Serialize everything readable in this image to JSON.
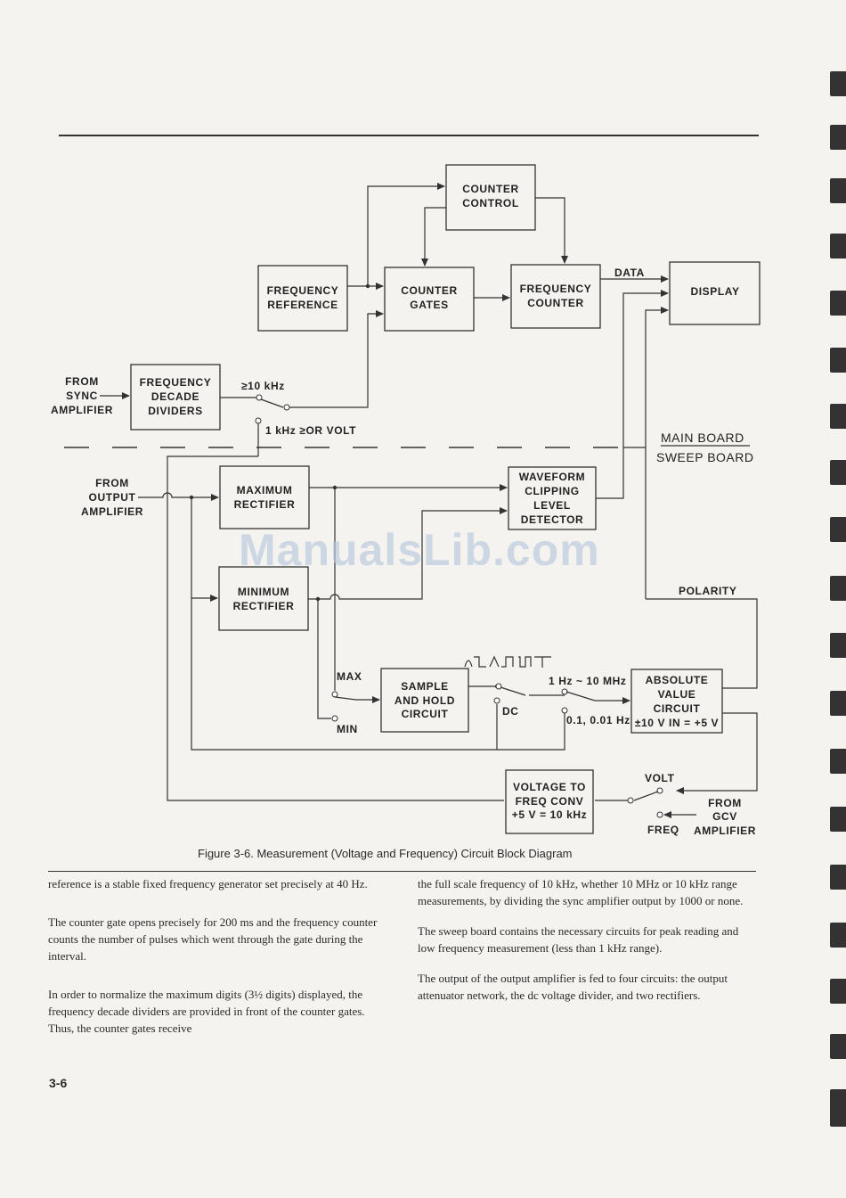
{
  "figure": {
    "caption": "Figure 3-6. Measurement (Voltage and Frequency) Circuit Block Diagram",
    "blocks": {
      "counter_control": [
        "COUNTER",
        "CONTROL"
      ],
      "frequency_reference": [
        "FREQUENCY",
        "REFERENCE"
      ],
      "counter_gates": [
        "COUNTER",
        "GATES"
      ],
      "frequency_counter": [
        "FREQUENCY",
        "COUNTER"
      ],
      "display": [
        "DISPLAY"
      ],
      "frequency_decade_dividers": [
        "FREQUENCY",
        "DECADE",
        "DIVIDERS"
      ],
      "maximum_rectifier": [
        "MAXIMUM",
        "RECTIFIER"
      ],
      "minimum_rectifier": [
        "MINIMUM",
        "RECTIFIER"
      ],
      "waveform_detector": [
        "WAVEFORM",
        "CLIPPING",
        "LEVEL",
        "DETECTOR"
      ],
      "sample_and_hold": [
        "SAMPLE",
        "AND HOLD",
        "CIRCUIT"
      ],
      "absolute_value": [
        "ABSOLUTE",
        "VALUE",
        "CIRCUIT",
        "±10 V IN = +5 V"
      ],
      "voltage_to_freq": [
        "VOLTAGE TO",
        "FREQ CONV",
        "+5 V = 10 kHz"
      ]
    },
    "labels": {
      "data": "DATA",
      "from_sync": [
        "FROM",
        "SYNC",
        "AMPLIFIER"
      ],
      "from_output": [
        "FROM",
        "OUTPUT",
        "AMPLIFIER"
      ],
      "from_gcv": [
        "FROM",
        "GCV",
        "AMPLIFIER"
      ],
      "ge_10khz": "≥10 kHz",
      "one_khz_volt": "1 kHz ≥OR VOLT",
      "main_board": "MAIN BOARD",
      "sweep_board": "SWEEP BOARD",
      "polarity": "POLARITY",
      "max": "MAX",
      "min": "MIN",
      "dc": "DC",
      "hz_range": "1 Hz ~ 10 MHz",
      "low_hz": "0.1, 0.01 Hz",
      "volt": "VOLT",
      "freq": "FREQ"
    }
  },
  "body_text": {
    "left": [
      "reference is a stable fixed frequency generator set precisely at 40 Hz.",
      "The counter gate opens precisely for 200 ms and the frequency counter counts the number of pulses which went through the gate during the interval.",
      "In order to normalize the maximum digits (3½ digits) displayed, the frequency decade dividers are provided in front of the counter gates. Thus, the counter gates receive"
    ],
    "right": [
      "the full scale frequency of 10 kHz, whether 10 MHz or 10 kHz range measurements, by dividing the sync amplifier output by 1000 or none.",
      "The sweep board contains the necessary circuits for peak reading and low frequency measurement (less than 1 kHz range).",
      "The output of the output amplifier is fed to four circuits: the output attenuator network, the dc voltage divider, and two rectifiers."
    ]
  },
  "page_number": "3-6",
  "watermark": "ManualsLib.com"
}
